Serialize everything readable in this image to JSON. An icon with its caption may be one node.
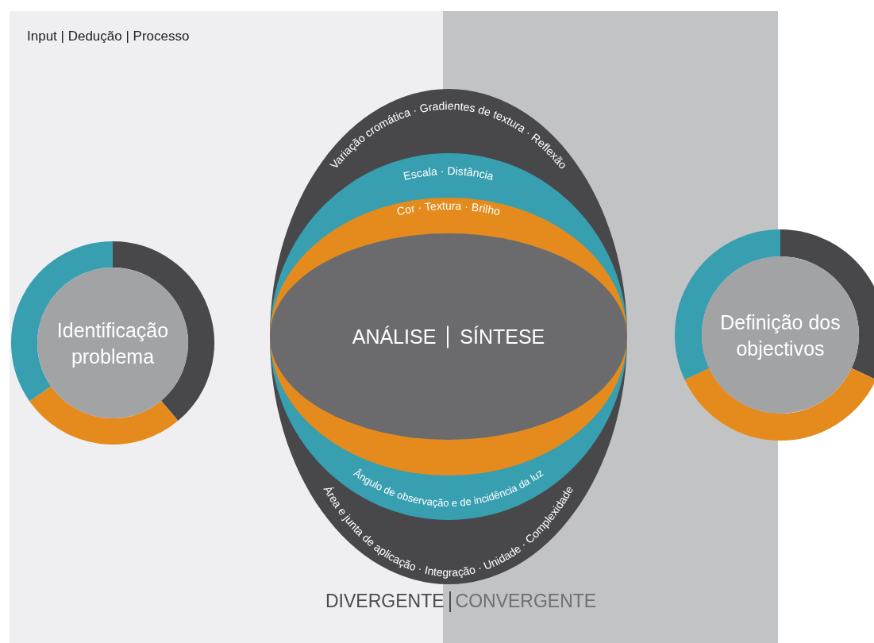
{
  "diagram": {
    "nodes": [
      {
        "text": [
          "Identificação problema"
        ]
      },
      {
        "text": [
          "Variação cromática · Gradientes de textura · Reflexão",
          "Área e junta de aplicação · Integração · Unidade · Complexidade"
        ]
      },
      {
        "text": [
          "Escala · Distância",
          "Ângulo de observação e de incidência da luz"
        ],
        "in": 1
      },
      {
        "text": [
          "Cor · Textura · Brilho"
        ],
        "in": 2
      },
      {
        "text": [
          "ANÁLISE",
          "SÍNTESE"
        ],
        "in": 3
      },
      {
        "text": [
          "Definição dos objectivos"
        ]
      }
    ],
    "labels": [
      "Input | Dedução | Processo",
      "DIVERGENTE",
      "CONVERGENTE"
    ]
  }
}
